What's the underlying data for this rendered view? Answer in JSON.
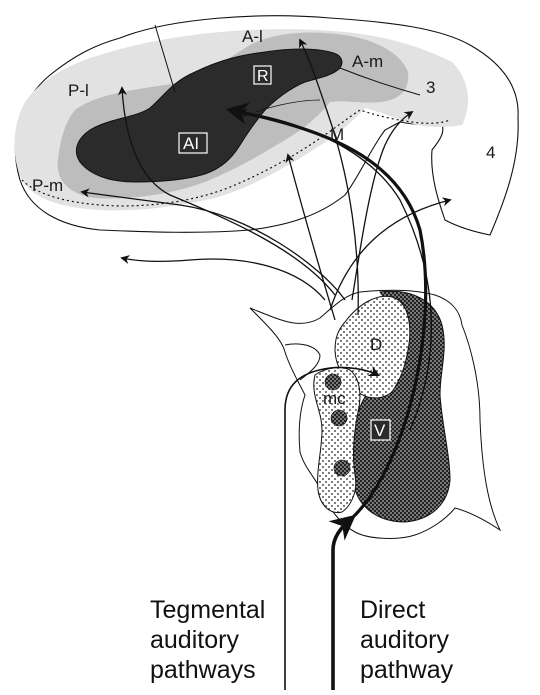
{
  "regions": {
    "a_l": "A-l",
    "a_m": "A-m",
    "p_l": "P-l",
    "p_m": "P-m",
    "r": "R",
    "ai": "AI",
    "m": "M",
    "area_3": "3",
    "area_4": "4",
    "d": "D",
    "v": "V",
    "mc": "mc"
  },
  "captions": {
    "tegmental": [
      "Tegmental",
      "auditory",
      "pathways"
    ],
    "direct": [
      "Direct",
      "auditory",
      "pathway"
    ]
  },
  "colors": {
    "core": "#2b2b2b",
    "belt": "#c9c9c9",
    "parabelt": "#e4e4e4",
    "stroke": "#111111"
  }
}
